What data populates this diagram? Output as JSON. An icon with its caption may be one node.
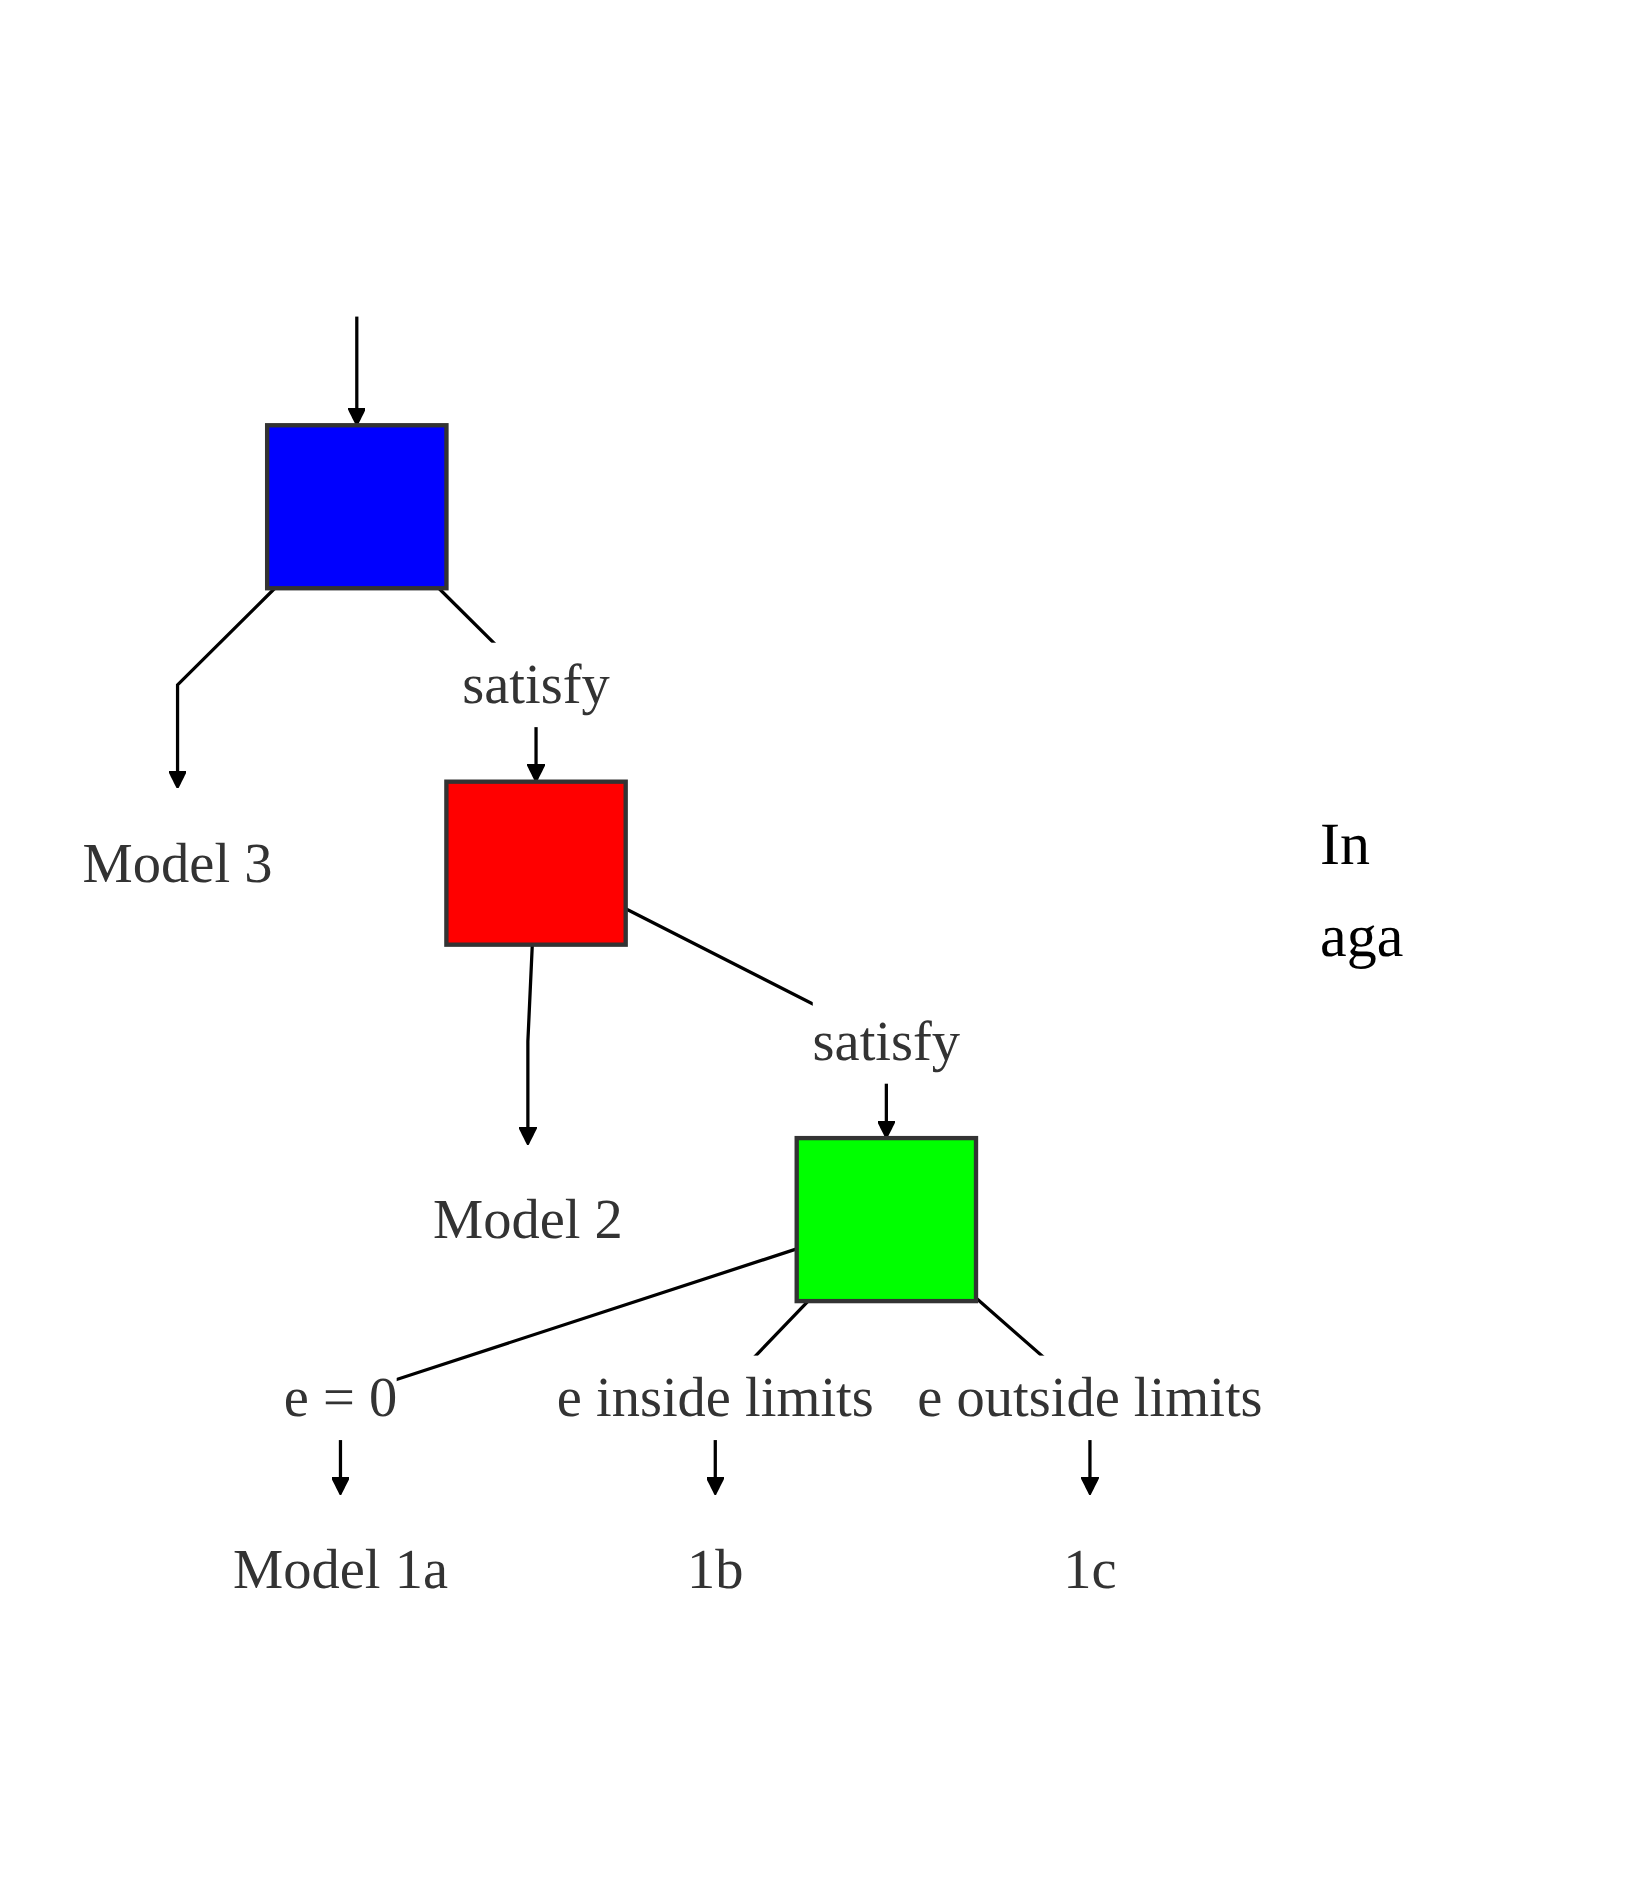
{
  "diagram": {
    "nodes": [
      {
        "text": [],
        "shape": "box"
      },
      {
        "text": [
          "Model 3"
        ]
      },
      {
        "text": [],
        "shape": "box"
      },
      {
        "text": [
          "Model 2"
        ]
      },
      {
        "text": [],
        "shape": "box"
      },
      {
        "text": [
          "Model 1a"
        ]
      },
      {
        "text": [
          "1b"
        ]
      },
      {
        "text": [
          "1c"
        ]
      }
    ],
    "edges": [
      {
        "from": null,
        "to": 0,
        "arrow": "to"
      },
      {
        "from": 0,
        "to": 1,
        "arrow": "to"
      },
      {
        "from": 0,
        "to": 2,
        "arrow": "to",
        "label": "satisfy"
      },
      {
        "from": 2,
        "to": 3,
        "arrow": "to"
      },
      {
        "from": 2,
        "to": 4,
        "arrow": "to",
        "label": "satisfy"
      },
      {
        "from": 4,
        "to": 5,
        "arrow": "to",
        "label": "e = 0"
      },
      {
        "from": 4,
        "to": 6,
        "arrow": "to",
        "label": "e inside limits"
      },
      {
        "from": 4,
        "to": 7,
        "arrow": "to",
        "label": "e outside limits"
      }
    ],
    "labels": [
      "In",
      "aga"
    ]
  }
}
